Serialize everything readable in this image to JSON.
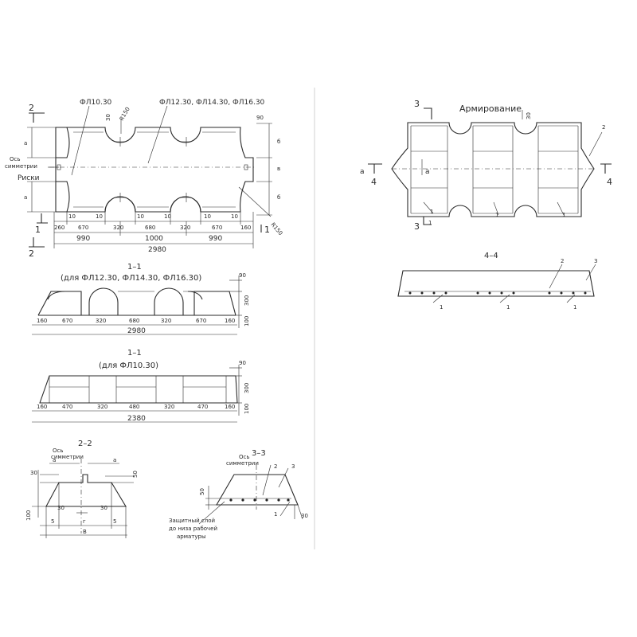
{
  "plan": {
    "label_fl1030": "ФЛ10.30",
    "label_fl_series": "ФЛ12.30, ФЛ14.30, ФЛ16.30",
    "axis_label_1": "Ось",
    "axis_label_2": "симметрии",
    "marks_label": "Риски",
    "r150_top": "R150",
    "r150_bottom": "R150",
    "dim_30": "30",
    "dim_90": "90",
    "dim_b_top": "б",
    "dim_b_mid": "в",
    "dim_b_bot": "б",
    "dim_a_top": "а",
    "dim_a_bot": "а",
    "row1": [
      "260",
      "670",
      "320",
      "680",
      "320",
      "670",
      "160"
    ],
    "row_10": [
      "10",
      "10",
      "10",
      "10",
      "10",
      "10"
    ],
    "row2": [
      "990",
      "1000",
      "990"
    ],
    "total": "2980",
    "section_2": "2",
    "section_1": "1"
  },
  "section_1_1_a": {
    "title": "1–1",
    "subtitle": "(для ФЛ12.30, ФЛ14.30, ФЛ16.30)",
    "dims": [
      "160",
      "670",
      "320",
      "680",
      "320",
      "670",
      "160"
    ],
    "total": "2980",
    "h90": "90",
    "h300": "300",
    "h100": "100"
  },
  "section_1_1_b": {
    "title": "1–1",
    "subtitle": "(для ФЛ10.30)",
    "dims": [
      "160",
      "470",
      "320",
      "480",
      "320",
      "470",
      "160"
    ],
    "total": "2380",
    "h90": "90",
    "h300": "300",
    "h100": "100"
  },
  "section_2_2": {
    "title": "2–2",
    "axis_1": "Ось",
    "axis_2": "симметрии",
    "a_left": "а",
    "a_right": "а",
    "d30_left": "30",
    "d50_right": "50",
    "d30_mid": "30",
    "d30_mid2": "30",
    "h100": "100",
    "b5_left": "5",
    "z": "г",
    "b5_right": "5",
    "B": "В"
  },
  "section_3_3": {
    "title": "3–3",
    "axis_1": "Ось",
    "axis_2": "симметрии",
    "n2": "2",
    "n3": "3",
    "n1": "1",
    "d50": "50",
    "d30": "30",
    "note_1": "Защитный слой",
    "note_2": "до низа рабочей",
    "note_3": "арматуры"
  },
  "reinforcement": {
    "title": "Армирование",
    "sec3_top": "3",
    "sec3_bot": "3",
    "sec4_left": "4",
    "sec4_right": "4",
    "d30": "30",
    "a_left": "а",
    "a_inner": "а",
    "n2": "2",
    "n1_a": "1",
    "n1_b": "1",
    "n1_c": "1",
    "n1_d": "1"
  },
  "section_4_4": {
    "title": "4–4",
    "n2": "2",
    "n3": "3",
    "n1_a": "1",
    "n1_b": "1",
    "n1_c": "1"
  }
}
